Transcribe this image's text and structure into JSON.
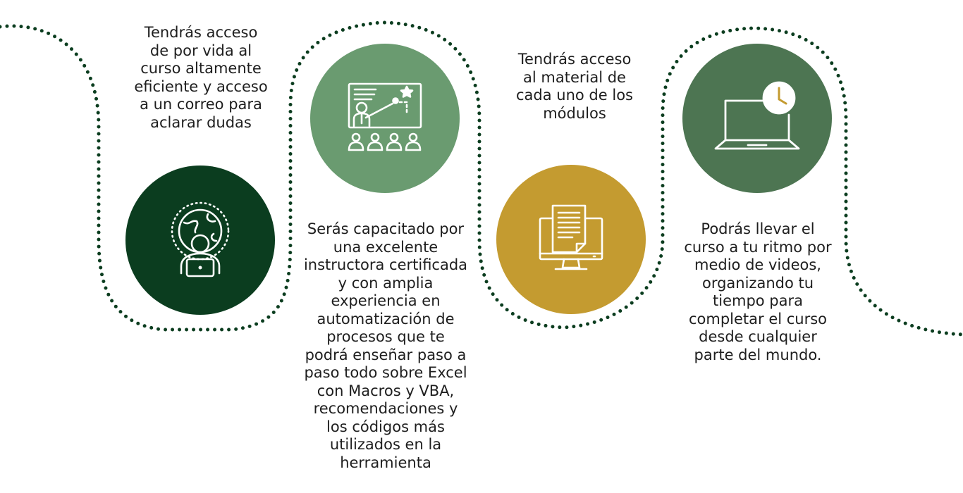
{
  "colors": {
    "dots": "#0b3d1f",
    "circle_global": "#0b3d1f",
    "circle_instructor": "#6a9b70",
    "circle_material": "#c49b30",
    "circle_laptop": "#4d7552",
    "icon_stroke": "#ffffff",
    "clock_hand": "#c49b30"
  },
  "steps": [
    {
      "icon": "global-learner-icon",
      "text": "Tendrás acceso\nde por vida al\ncurso altamente\neficiente y acceso\na un correo para\naclarar dudas"
    },
    {
      "icon": "instructor-presentation-icon",
      "text": "Serás capacitado por\nuna excelente\ninstructora certificada\ny con amplia\nexperiencia en\nautomatización de\nprocesos que te\npodrá enseñar paso a\npaso todo sobre Excel\ncon Macros y VBA,\nrecomendaciones y\nlos códigos más\nutilizados en la\nherramienta"
    },
    {
      "icon": "document-monitor-icon",
      "text": "Tendrás acceso\nal material de\ncada uno de los\nmódulos"
    },
    {
      "icon": "laptop-clock-icon",
      "text": "Podrás llevar el\ncurso a tu ritmo por\nmedio de videos,\norganizando tu\ntiempo para\ncompletar el curso\ndesde cualquier\nparte del mundo."
    }
  ]
}
